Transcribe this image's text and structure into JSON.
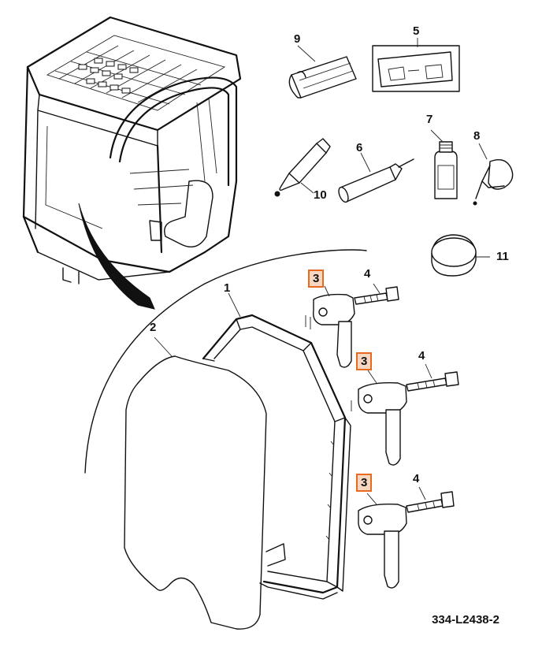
{
  "callouts": {
    "c1": "1",
    "c2": "2",
    "c3a": "3",
    "c3b": "3",
    "c3c": "3",
    "c4a": "4",
    "c4b": "4",
    "c4c": "4",
    "c5": "5",
    "c6": "6",
    "c7": "7",
    "c8": "8",
    "c9": "9",
    "c10": "10",
    "c11": "11"
  },
  "figure_id": "334-L2438-2",
  "colors": {
    "highlight_fill": "#f7d7c2",
    "highlight_border": "#e86a1e",
    "line": "#111111"
  }
}
